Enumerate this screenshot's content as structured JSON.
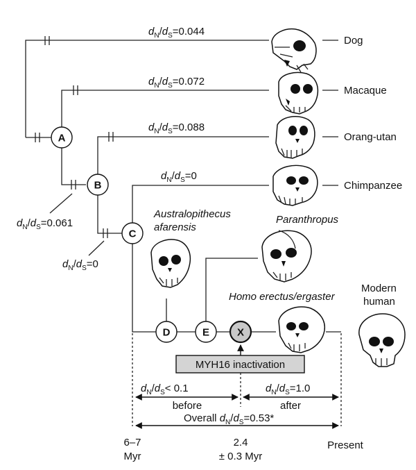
{
  "taxa": {
    "dog": "Dog",
    "macaque": "Macaque",
    "orangutan": "Orang-utan",
    "chimpanzee": "Chimpanzee",
    "australopithecus_line1": "Australopithecus",
    "australopithecus_line2": "afarensis",
    "paranthropus": "Paranthropus",
    "homo_erectus": "Homo erectus/ergaster",
    "modern_human_line1": "Modern",
    "modern_human_line2": "human"
  },
  "ratio_symbol": {
    "d": "d",
    "N": "N",
    "S": "S",
    "slash": "/"
  },
  "ratios": {
    "dog": "=0.044",
    "macaque": "=0.072",
    "orangutan": "=0.088",
    "chimpanzee": "=0",
    "branch_b": "=0.061",
    "branch_c": "=0",
    "before": "< 0.1",
    "after": "=1.0",
    "overall_prefix": "Overall ",
    "overall": "=0.53*"
  },
  "nodes": {
    "A": "A",
    "B": "B",
    "C": "C",
    "D": "D",
    "E": "E",
    "X": "X"
  },
  "event_label": "MYH16 inactivation",
  "period_labels": {
    "before": "before",
    "after": "after"
  },
  "timeline": {
    "start_line1": "6–7",
    "start_line2": "Myr",
    "mid_line1": "2.4",
    "mid_line2": "± 0.3 Myr",
    "end": "Present"
  },
  "colors": {
    "node_x_fill": "#c8c8c8",
    "event_box_fill": "#d4d4d4"
  }
}
